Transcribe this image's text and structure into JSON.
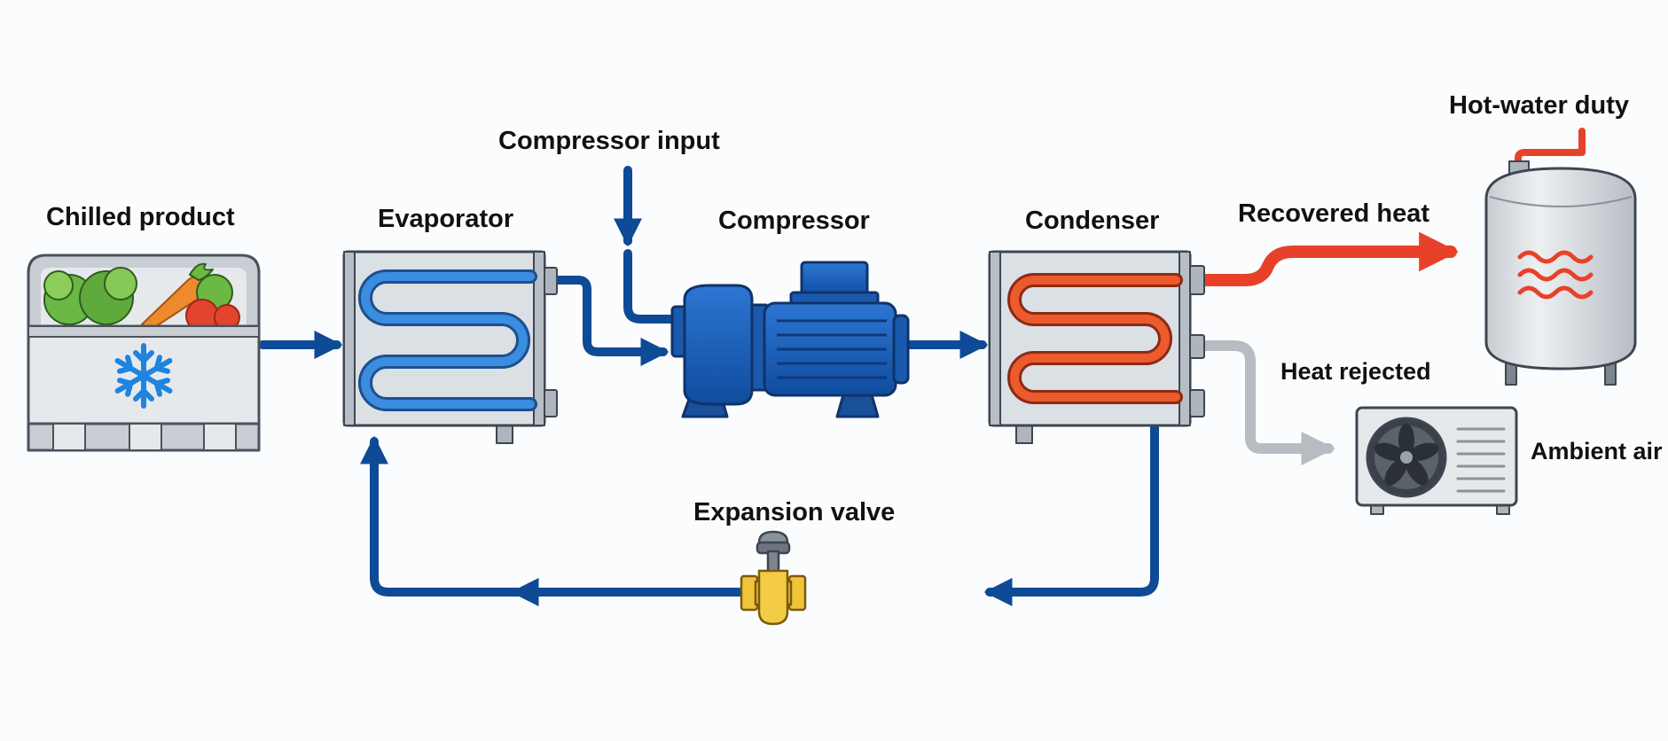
{
  "labels": {
    "chilled_product": "Chilled product",
    "evaporator": "Evaporator",
    "compressor_input": "Compressor input",
    "compressor": "Compressor",
    "condenser": "Condenser",
    "recovered_heat": "Recovered heat",
    "hot_water_duty": "Hot-water duty",
    "heat_rejected": "Heat rejected",
    "ambient_air": "Ambient air",
    "expansion_valve": "Expansion valve"
  },
  "icons": {
    "crate": "produce-crate-icon",
    "snowflake": "snowflake-icon",
    "evaporator": "cold-coil-heat-exchanger-icon",
    "compressor": "motor-compressor-icon",
    "condenser": "hot-coil-heat-exchanger-icon",
    "tank": "hot-water-tank-icon",
    "heat_waves": "heat-waves-icon",
    "fan_unit": "outdoor-fan-unit-icon",
    "valve": "expansion-valve-icon"
  },
  "colors": {
    "refrigerant_line": "#0e4a96",
    "cold_coil": "#2f84d6",
    "hot_coil": "#e8502a",
    "recovered_heat_line": "#e8412a",
    "rejected_heat_line": "#b6bcc2",
    "valve_brass": "#f0c33a",
    "equipment_grey": "#c9cfd5",
    "outline": "#3d4651",
    "background": "#fbfcfd"
  }
}
